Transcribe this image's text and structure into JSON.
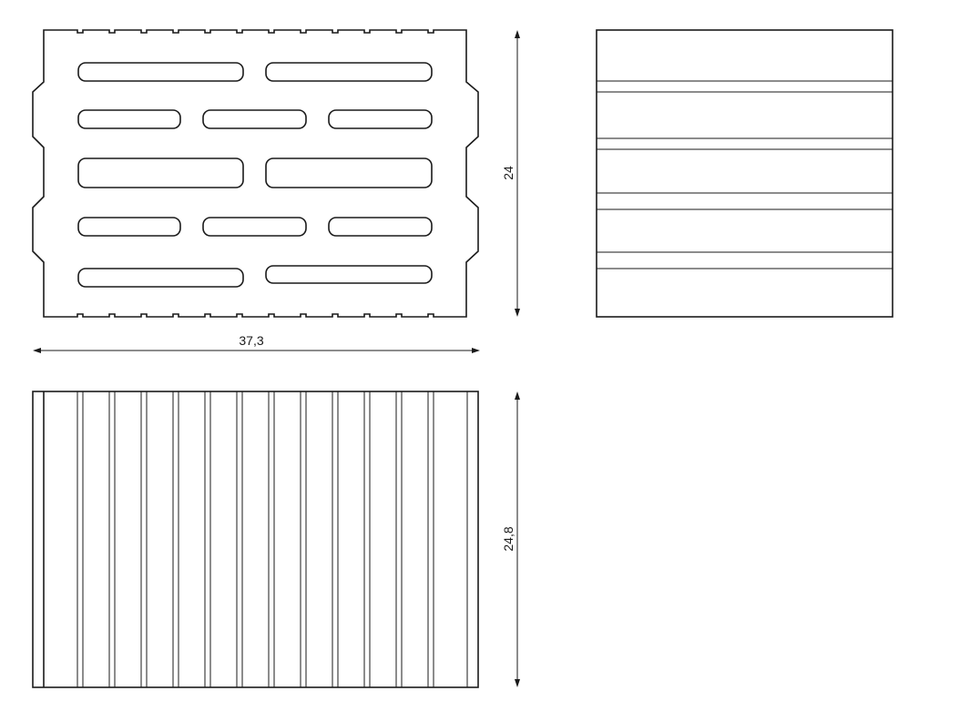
{
  "dimensions": {
    "length": "37,3",
    "height": "24",
    "depth": "24,8"
  }
}
